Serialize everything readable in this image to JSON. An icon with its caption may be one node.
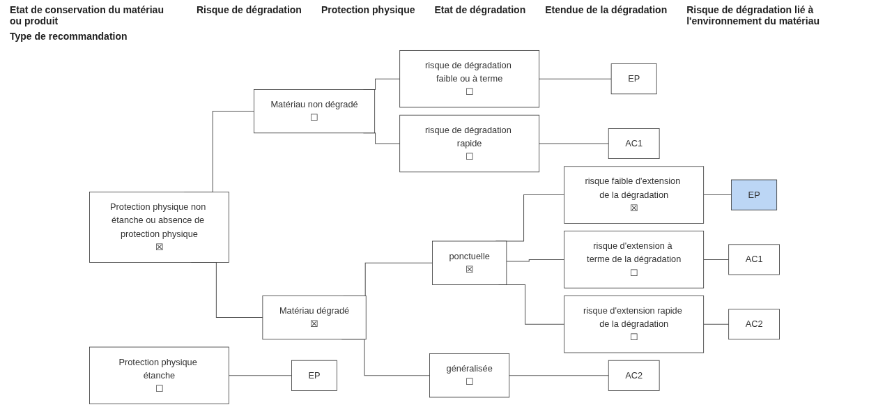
{
  "diagram": {
    "nodes": [
      {
        "text": [
          "Protection physique étanche",
          "☐"
        ]
      },
      {
        "text": [
          "Protection physique non étanche ou absence de protection physique",
          "☒"
        ]
      },
      {
        "text": [
          "Matériau non dégradé",
          "☐"
        ]
      },
      {
        "text": [
          "Matériau dégradé",
          "☒"
        ]
      },
      {
        "text": [
          "ponctuelle",
          "☒"
        ]
      },
      {
        "text": [
          "généralisée",
          "☐"
        ]
      },
      {
        "text": [
          "risque de dégradation faible ou à terme",
          "☐"
        ]
      },
      {
        "text": [
          "risque de dégradation rapide",
          "☐"
        ]
      },
      {
        "text": [
          "risque faible d'extension de la dégradation",
          "☒"
        ]
      },
      {
        "text": [
          "risque d'extension à terme de la dégradation",
          "☐"
        ]
      },
      {
        "text": [
          "risque d'extension rapide de la dégradation",
          "☐"
        ]
      },
      {
        "text": [
          "EP"
        ]
      },
      {
        "text": [
          "EP"
        ]
      },
      {
        "text": [
          "AC1"
        ]
      },
      {
        "text": [
          "EP"
        ]
      },
      {
        "text": [
          "AC1"
        ]
      },
      {
        "text": [
          "AC2"
        ]
      },
      {
        "text": [
          "AC2"
        ]
      }
    ],
    "edges": [
      {
        "from": 0,
        "to": 11,
        "arrow": "none"
      },
      {
        "from": 1,
        "to": 2,
        "arrow": "none"
      },
      {
        "from": 1,
        "to": 3,
        "arrow": "none"
      },
      {
        "from": 2,
        "to": 6,
        "arrow": "none"
      },
      {
        "from": 2,
        "to": 7,
        "arrow": "none"
      },
      {
        "from": 3,
        "to": 4,
        "arrow": "none"
      },
      {
        "from": 3,
        "to": 5,
        "arrow": "none"
      },
      {
        "from": 4,
        "to": 8,
        "arrow": "none"
      },
      {
        "from": 4,
        "to": 9,
        "arrow": "none"
      },
      {
        "from": 4,
        "to": 10,
        "arrow": "none"
      },
      {
        "from": 5,
        "to": 17,
        "arrow": "none"
      },
      {
        "from": 6,
        "to": 12,
        "arrow": "none"
      },
      {
        "from": 7,
        "to": 13,
        "arrow": "none"
      },
      {
        "from": 8,
        "to": 14,
        "arrow": "none"
      },
      {
        "from": 9,
        "to": 15,
        "arrow": "none"
      },
      {
        "from": 10,
        "to": 16,
        "arrow": "none"
      }
    ],
    "labels": [
      "Etat de conservation du matériau ou produit",
      "Risque de dégradation",
      "Protection physique",
      "Etat de dégradation",
      "Etendue de la dégradation",
      "Risque de dégradation lié à l'environnement du matériau",
      "Type de recommandation"
    ]
  }
}
